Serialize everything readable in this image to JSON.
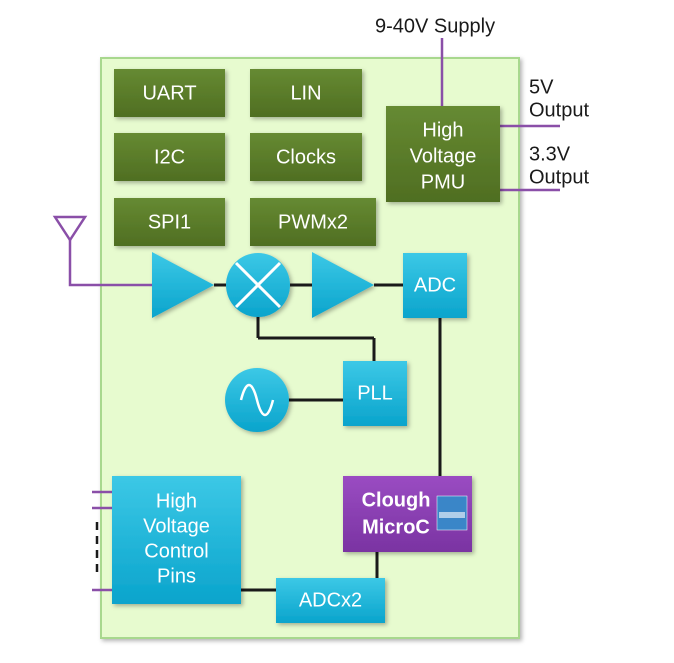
{
  "labels": {
    "supply": "9-40V Supply",
    "out5v_line1": "5V",
    "out5v_line2": "Output",
    "out33v_line1": "3.3V",
    "out33v_line2": "Output"
  },
  "blocks": {
    "uart": "UART",
    "lin": "LIN",
    "i2c": "I2C",
    "clocks": "Clocks",
    "spi1": "SPI1",
    "pwm": "PWMx2",
    "pmu_line1": "High",
    "pmu_line2": "Voltage",
    "pmu_line3": "PMU",
    "adc": "ADC",
    "pll": "PLL",
    "micro_line1": "Clough",
    "micro_line2": "MicroC",
    "hv_line1": "High",
    "hv_line2": "Voltage",
    "hv_line3": "Control",
    "hv_line4": "Pins",
    "adcx2": "ADCx2"
  },
  "colors": {
    "chip_background": "#e7fbcf",
    "chip_border": "#a8d88e",
    "peripheral_green": "#5a7a2a",
    "rf_cyan": "#12b3d8",
    "micro_purple": "#8a3fb0",
    "io_wire_purple": "#8a4fa8"
  }
}
